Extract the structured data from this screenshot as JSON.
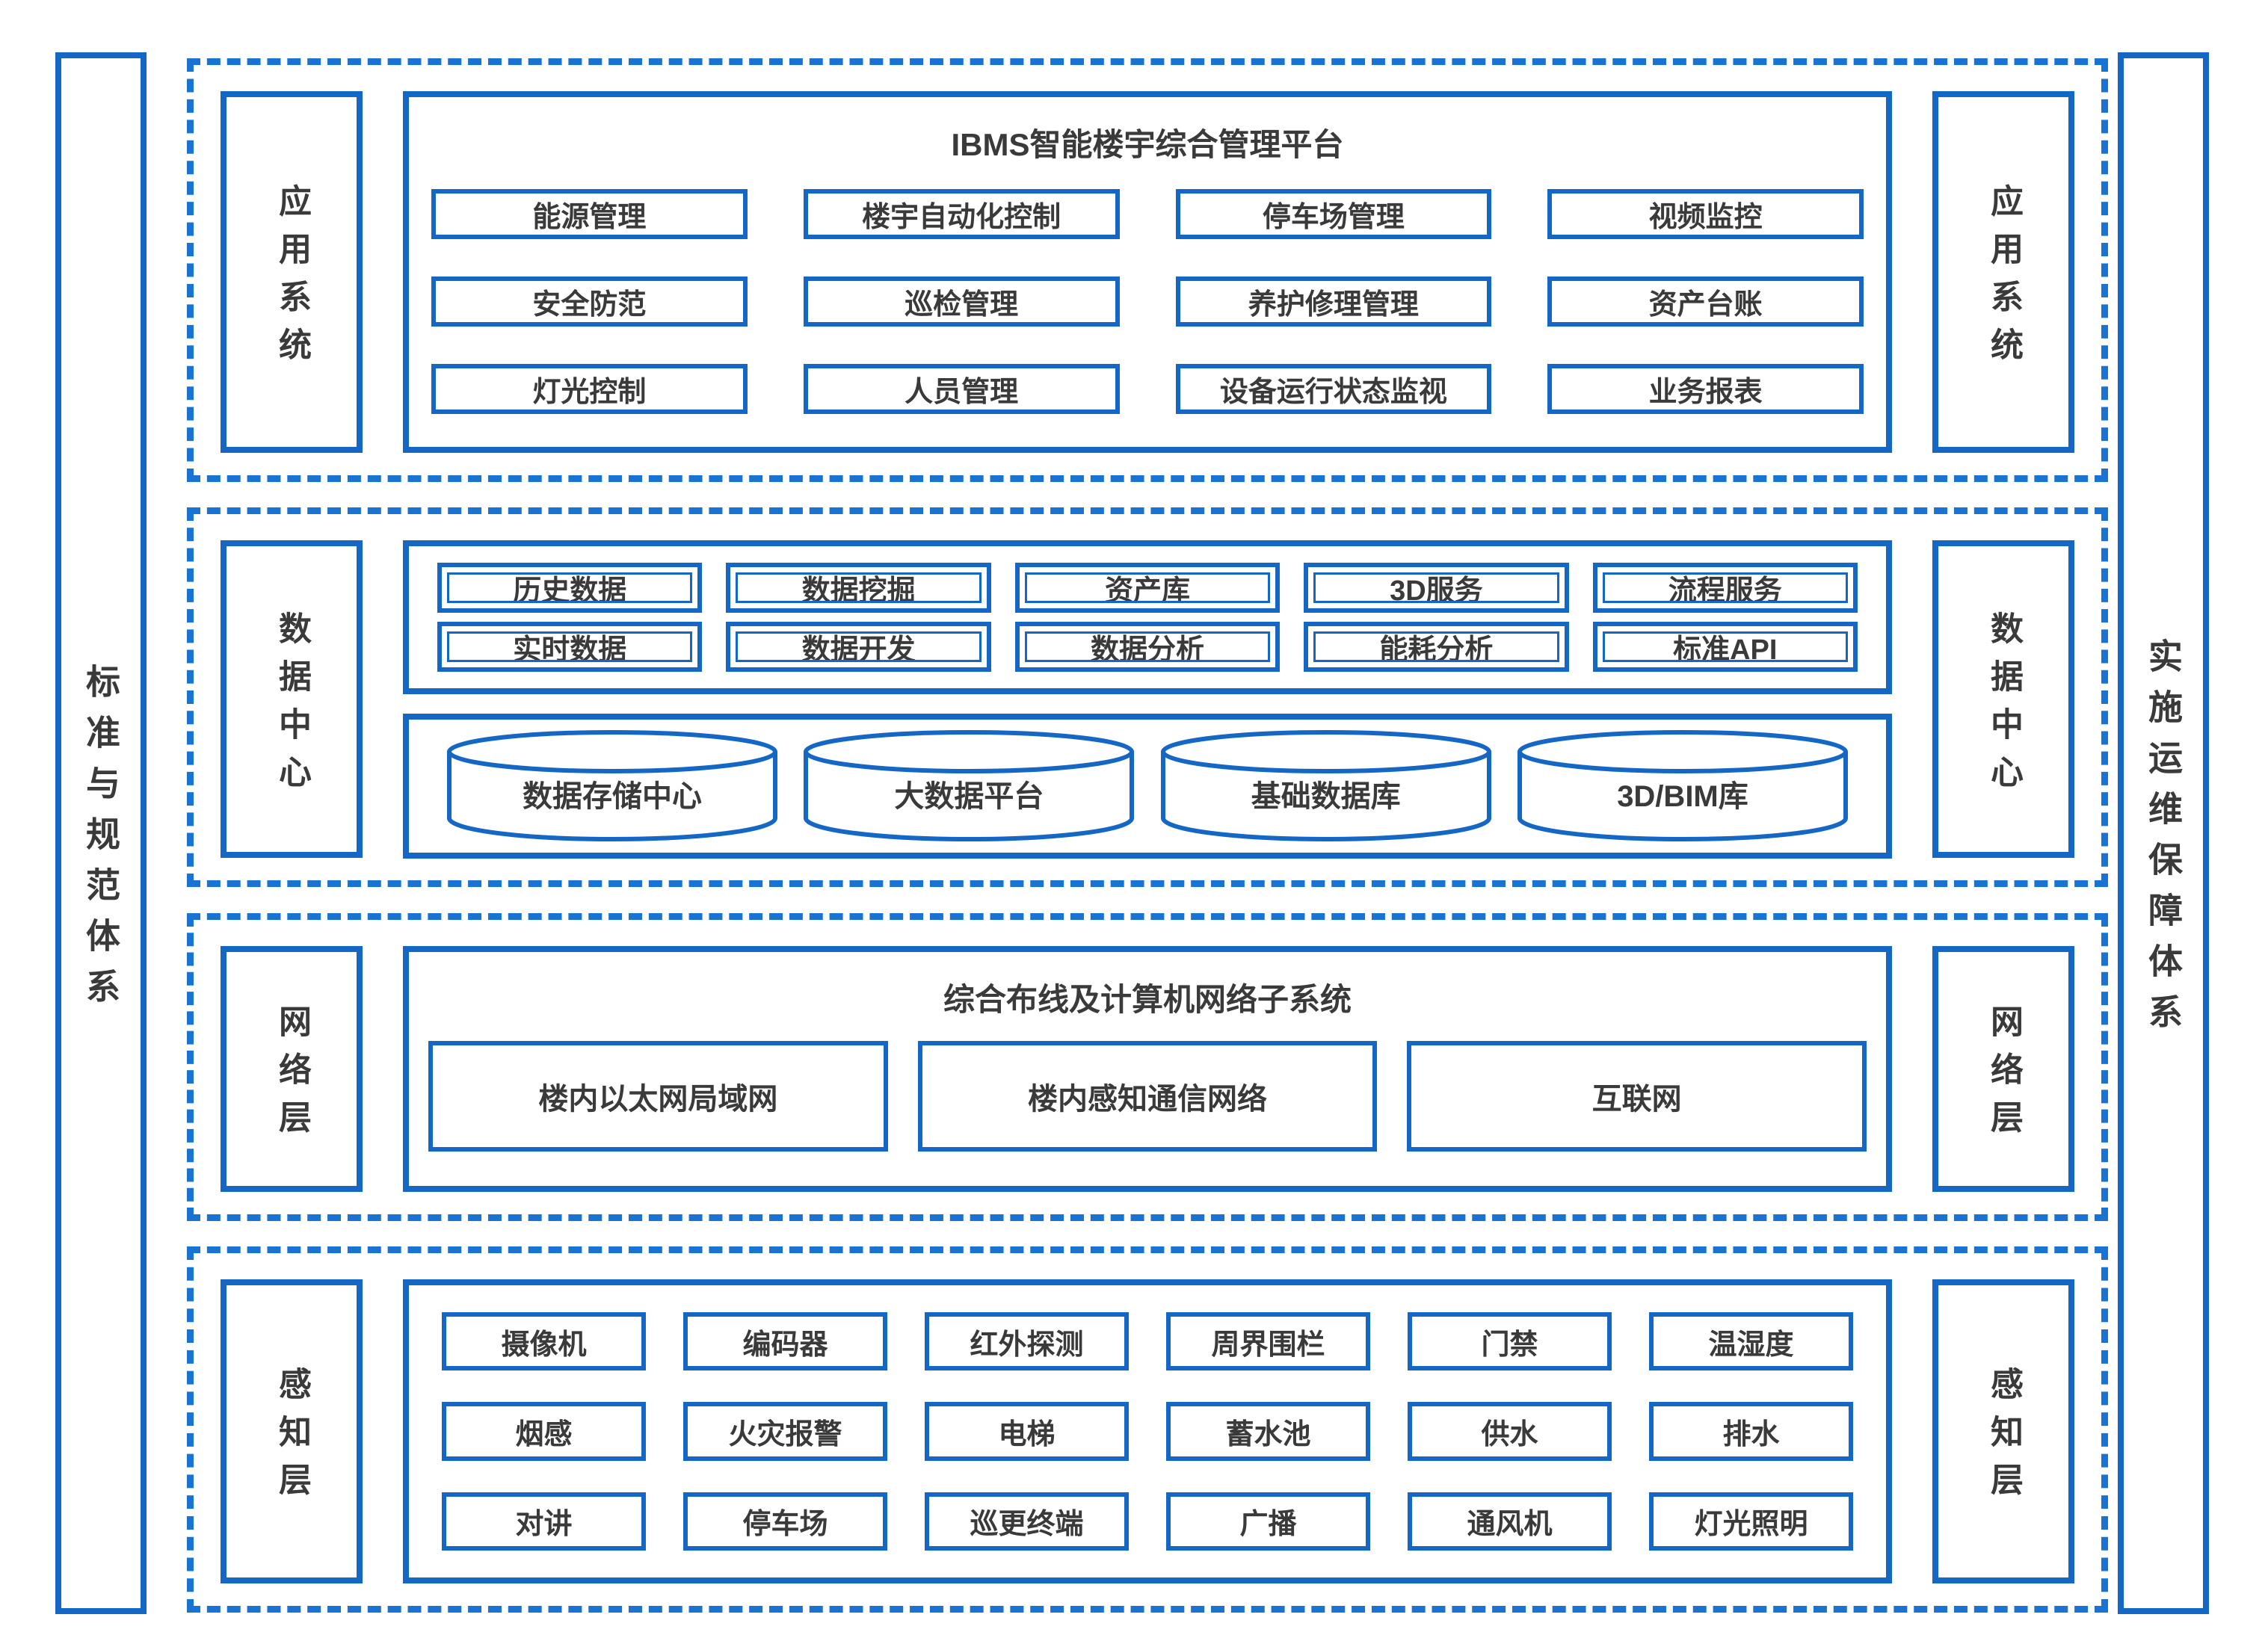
{
  "colors": {
    "accent": "#1567c6",
    "dashed_border": "#1873d3",
    "text": "#3a3a3a",
    "background": "#ffffff"
  },
  "sidebars": {
    "left": "标准与规范体系",
    "right": "实施运维保障体系"
  },
  "layers": {
    "application": {
      "label": "应用系统",
      "title": "IBMS智能楼宇综合管理平台",
      "items": [
        "能源管理",
        "楼宇自动化控制",
        "停车场管理",
        "视频监控",
        "安全防范",
        "巡检管理",
        "养护修理管理",
        "资产台账",
        "灯光控制",
        "人员管理",
        "设备运行状态监视",
        "业务报表"
      ]
    },
    "data_center": {
      "label": "数据中心",
      "grid_items": [
        "历史数据",
        "数据挖掘",
        "资产库",
        "3D服务",
        "流程服务",
        "实时数据",
        "数据开发",
        "数据分析",
        "能耗分析",
        "标准API"
      ],
      "databases": [
        "数据存储中心",
        "大数据平台",
        "基础数据库",
        "3D/BIM库"
      ]
    },
    "network": {
      "label": "网络层",
      "title": "综合布线及计算机网络子系统",
      "items": [
        "楼内以太网局域网",
        "楼内感知通信网络",
        "互联网"
      ]
    },
    "perception": {
      "label": "感知层",
      "items": [
        "摄像机",
        "编码器",
        "红外探测",
        "周界围栏",
        "门禁",
        "温湿度",
        "烟感",
        "火灾报警",
        "电梯",
        "蓄水池",
        "供水",
        "排水",
        "对讲",
        "停车场",
        "巡更终端",
        "广播",
        "通风机",
        "灯光照明"
      ]
    }
  }
}
